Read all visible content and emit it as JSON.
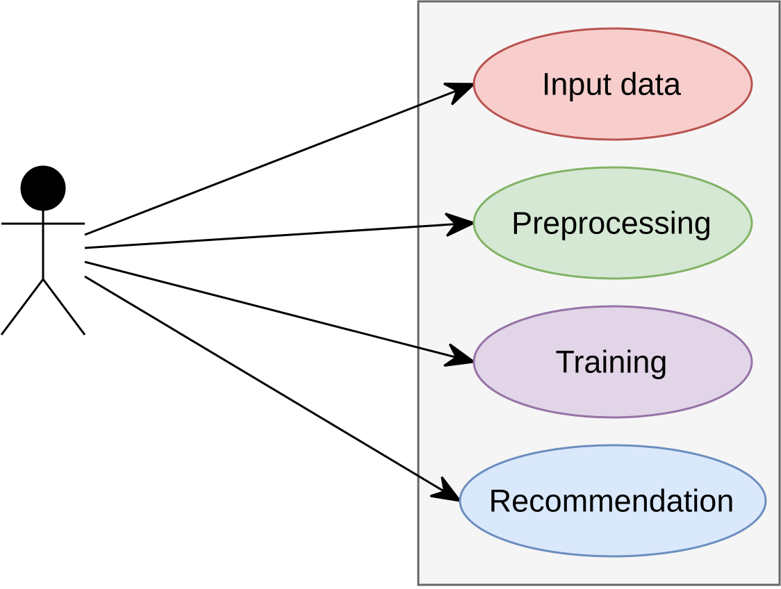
{
  "diagram": {
    "type": "use-case",
    "actor": {
      "icon": "stick-figure-actor-icon"
    },
    "system_boundary": {
      "fill": "#f5f5f5",
      "stroke": "#666666"
    },
    "use_cases": [
      {
        "id": "input-data",
        "label": "Input data",
        "fill": "#f8cecc",
        "stroke": "#b85450"
      },
      {
        "id": "preprocessing",
        "label": "Preprocessing",
        "fill": "#d5e8d4",
        "stroke": "#82b366"
      },
      {
        "id": "training",
        "label": "Training",
        "fill": "#e1d5e7",
        "stroke": "#9673a6"
      },
      {
        "id": "recommendation",
        "label": "Recommendation",
        "fill": "#dae8fc",
        "stroke": "#6c8ebf"
      }
    ],
    "associations": [
      {
        "from": "actor",
        "to": "input-data"
      },
      {
        "from": "actor",
        "to": "preprocessing"
      },
      {
        "from": "actor",
        "to": "training"
      },
      {
        "from": "actor",
        "to": "recommendation"
      }
    ]
  }
}
